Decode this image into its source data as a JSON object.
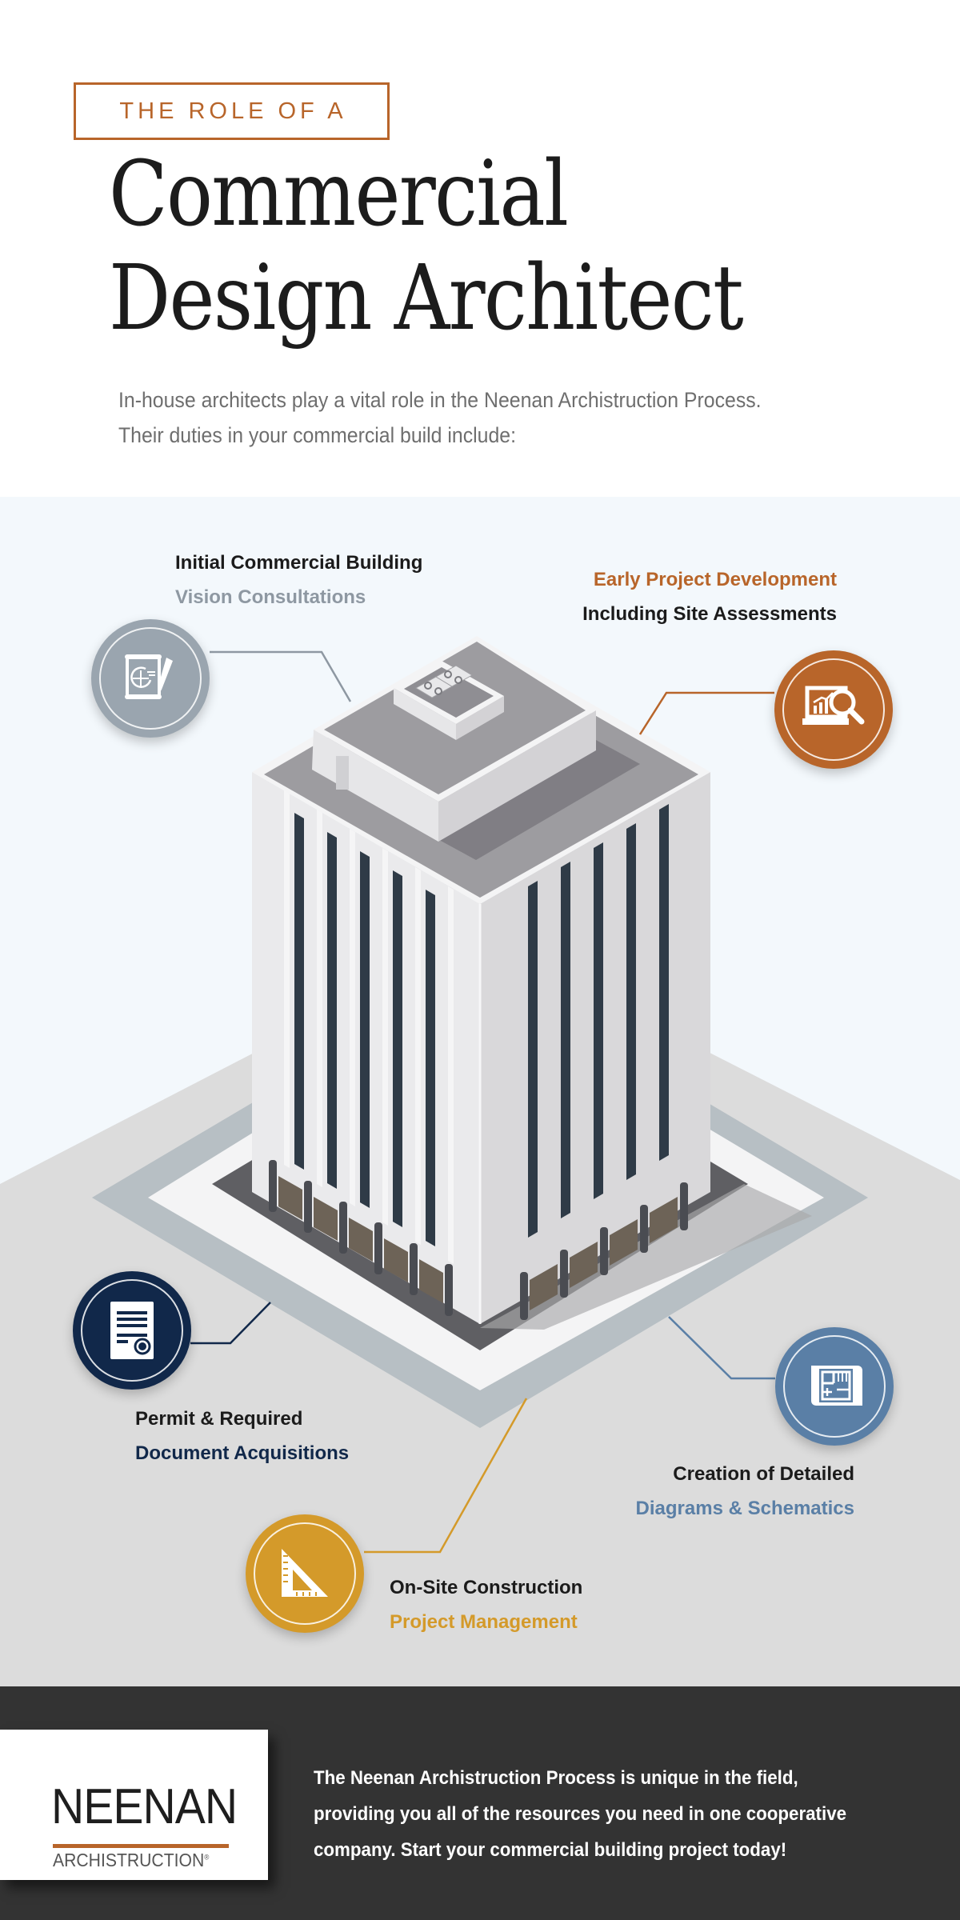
{
  "header": {
    "eyebrow": "THE ROLE OF A",
    "title_lines": [
      "Commercial",
      "Design Architect"
    ],
    "intro_lines": [
      "In-house architects play a vital role in the Neenan Archistruction Process.",
      "Their duties in your commercial build include:"
    ]
  },
  "duties": [
    {
      "id": "vision",
      "line1": "Initial Commercial Building",
      "line2": "Vision Consultations",
      "icon": "blueprint-pencil-icon",
      "color": "#9aa5af"
    },
    {
      "id": "early",
      "line1": "Early Project Development",
      "line2": "Including Site Assessments",
      "icon": "laptop-chart-magnifier-icon",
      "color": "#b8652a"
    },
    {
      "id": "permit",
      "line1": "Permit & Required",
      "line2": "Document Acquisitions",
      "icon": "certificate-document-icon",
      "color": "#11284a"
    },
    {
      "id": "diagrams",
      "line1": "Creation of Detailed",
      "line2": "Diagrams & Schematics",
      "icon": "floorplan-scroll-icon",
      "color": "#5a7fa6"
    },
    {
      "id": "onsite",
      "line1": "On-Site Construction",
      "line2": "Project Management",
      "icon": "set-square-ruler-icon",
      "color": "#d49a2a"
    }
  ],
  "footer": {
    "logo_word": "NEENAN",
    "logo_sub": "ARCHISTRUCTION",
    "logo_mark": "®",
    "text_lines": [
      "The Neenan Archistruction Process is unique in the field,",
      "providing you all of the resources you need in one cooperative",
      "company. Start your commercial building project today!"
    ]
  },
  "colors": {
    "accent_orange": "#b8652a",
    "navy": "#11284a",
    "steel_blue": "#5a7fa6",
    "gold": "#d49a2a",
    "slate_grey": "#9aa5af",
    "footer_bg": "#333333",
    "stage_bg": "#f3f8fc"
  }
}
